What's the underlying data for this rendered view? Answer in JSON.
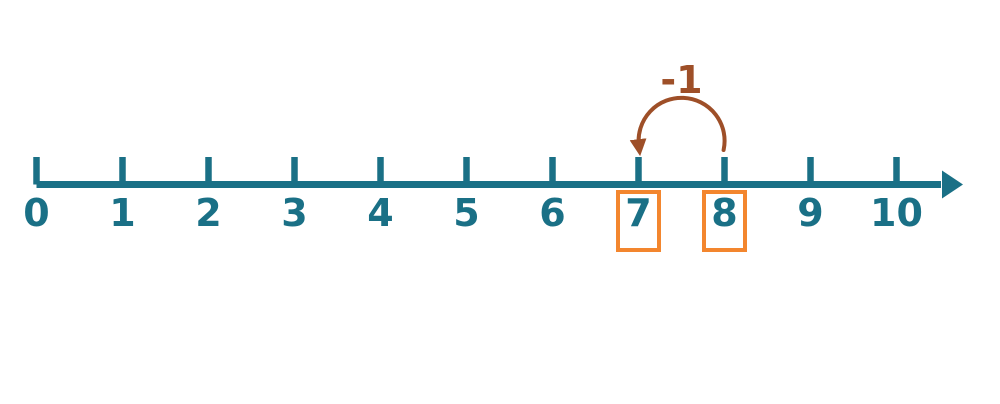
{
  "figure": {
    "background": "#ffffff"
  },
  "colors": {
    "axis": "#1a7086",
    "highlight_box": "#f3862e",
    "jump_arrow": "#9e4f28"
  },
  "number_line": {
    "min": 0,
    "max": 10,
    "step": 1,
    "tick_labels": [
      "0",
      "1",
      "2",
      "3",
      "4",
      "5",
      "6",
      "7",
      "8",
      "9",
      "10"
    ],
    "highlighted_values": [
      7,
      8
    ]
  },
  "jump_arrow": {
    "label": "-1",
    "from": 8,
    "to": 7,
    "direction": "left"
  }
}
